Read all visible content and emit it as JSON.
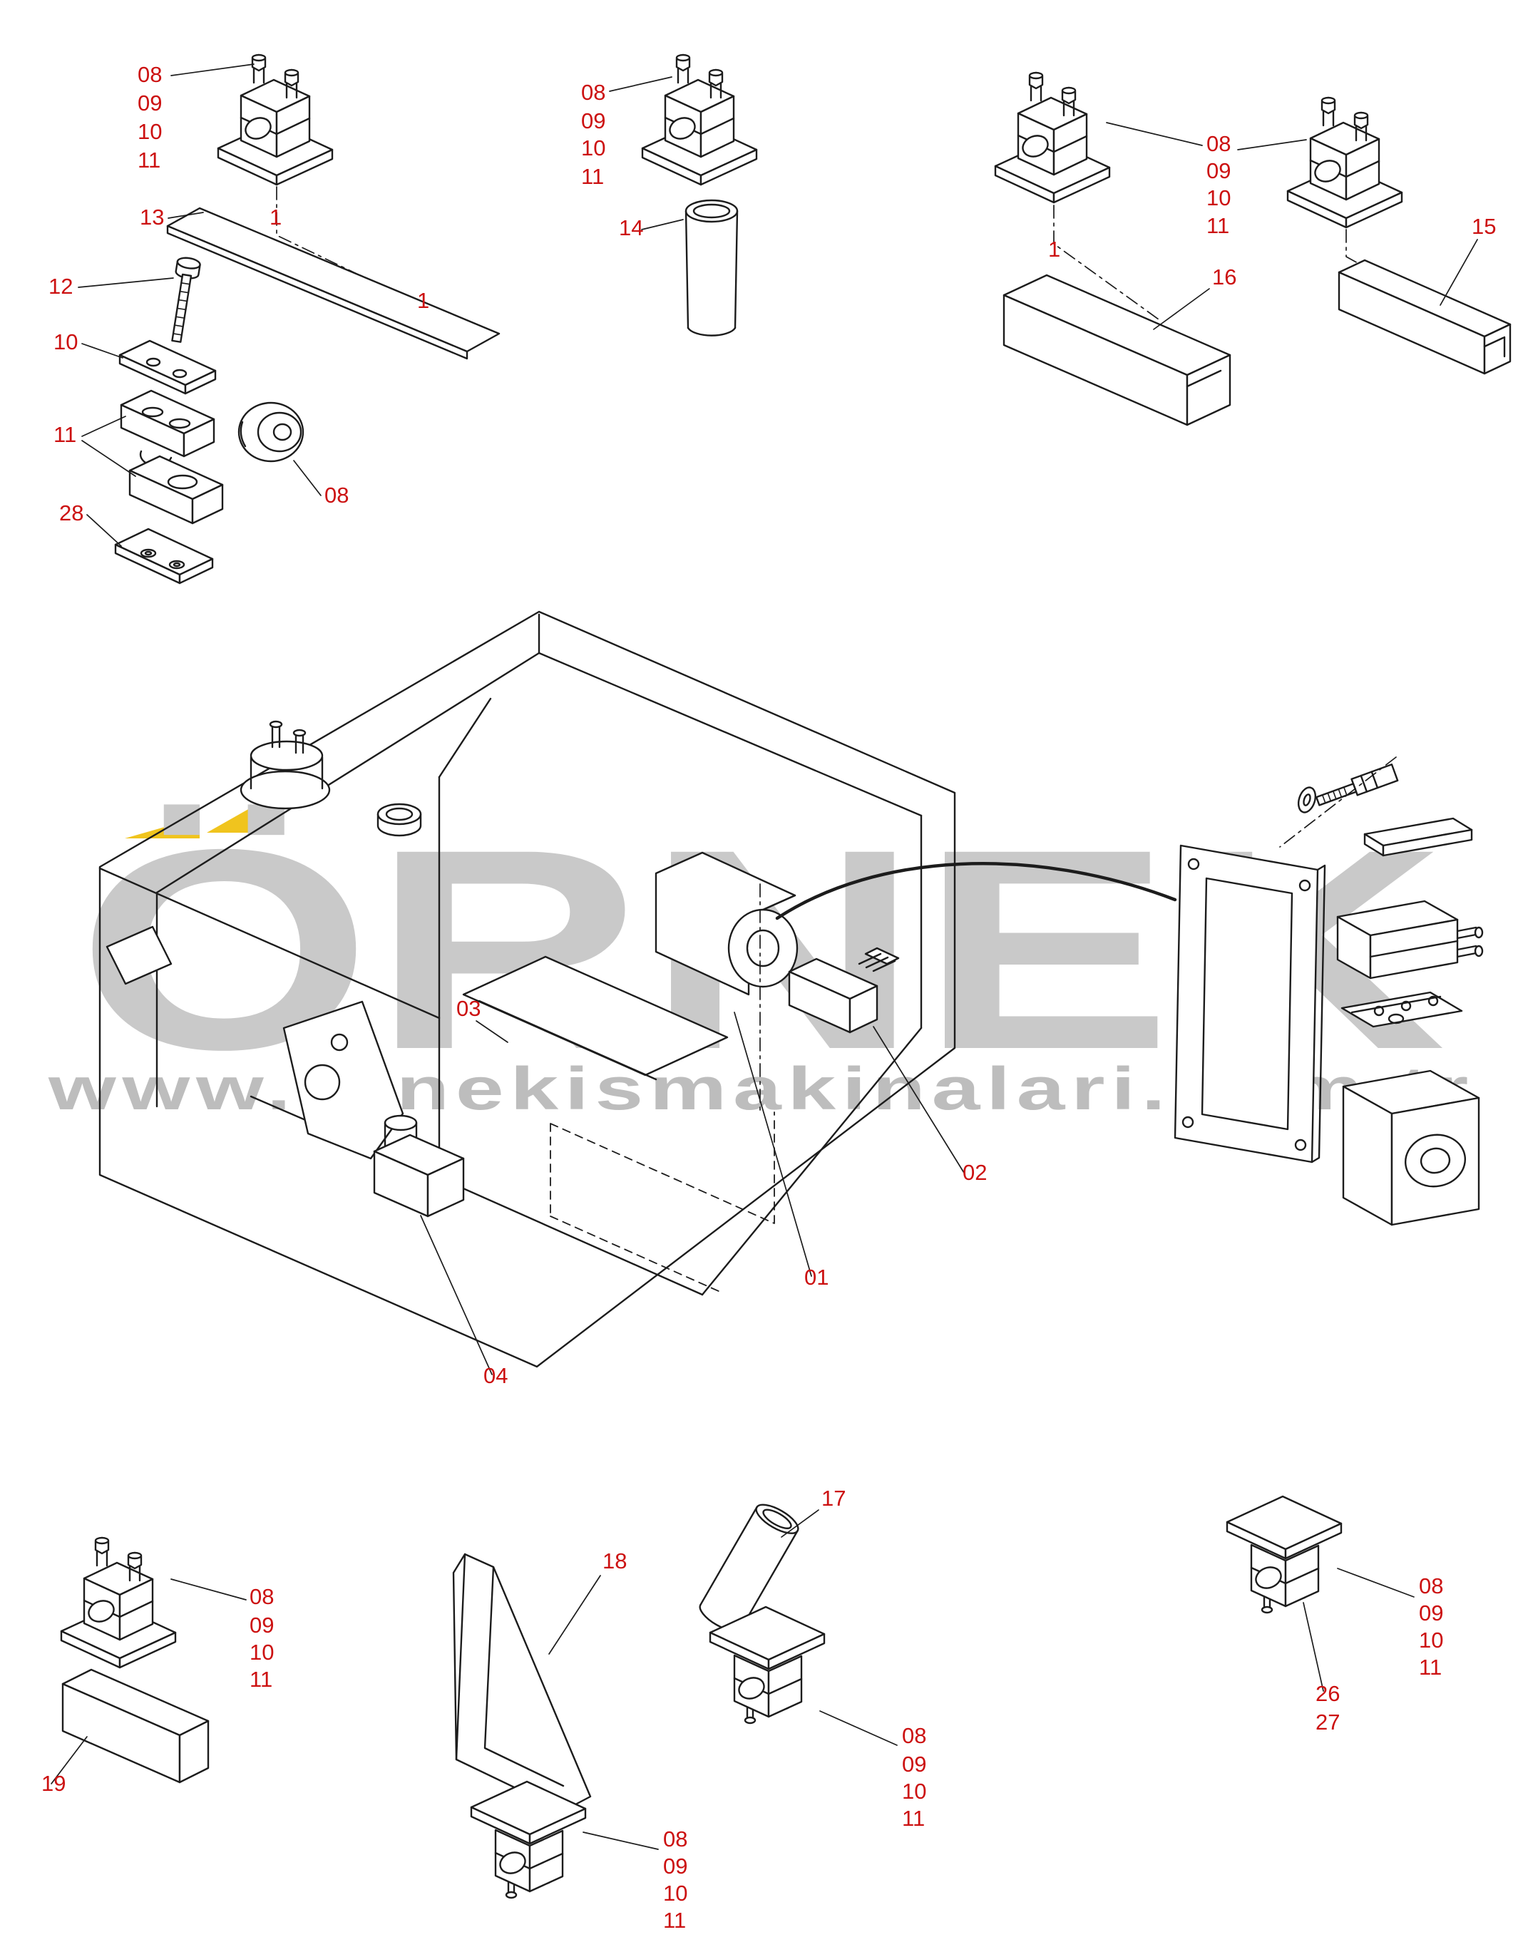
{
  "page": {
    "background": "#ffffff",
    "line_color": "#1c1c1c",
    "callout_color": "#cc1111"
  },
  "watermark": {
    "brand": "ÖRNEK",
    "url": "www.ornekismakinalari.com.tr",
    "text_color": "#c9c9c9",
    "url_color": "#bdbdbd",
    "accent_yellow": "#f0c41e"
  },
  "labels": {
    "l01": "01",
    "l02": "02",
    "l03": "03",
    "l04": "04",
    "l08": "08",
    "l09": "09",
    "l10": "10",
    "l11": "11",
    "l12": "12",
    "l13": "13",
    "l14": "14",
    "l15": "15",
    "l16": "16",
    "l17": "17",
    "l18": "18",
    "l19": "19",
    "l26": "26",
    "l27": "27",
    "l28": "28",
    "l1": "1"
  }
}
